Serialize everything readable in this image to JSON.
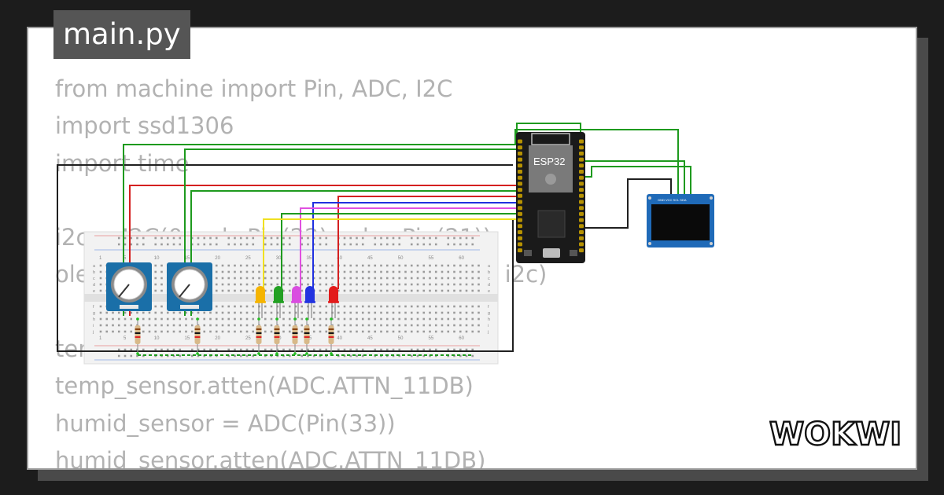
{
  "file_tab": {
    "label": "main.py"
  },
  "code_lines": [
    "from machine import Pin, ADC, I2C",
    "import ssd1306",
    "import time",
    "",
    "i2c = I2C(0, scl=Pin(22), sda=Pin(21))",
    "oled = ssd1306.SSD1306_I2C(128, 64, i2c)",
    "",
    "temp_sensor = ADC(Pin(32))",
    "temp_sensor.atten(ADC.ATTN_11DB)",
    "humid_sensor = ADC(Pin(33))",
    "humid_sensor.atten(ADC.ATTN_11DB)"
  ],
  "esp32": {
    "label": "ESP32"
  },
  "oled_display": {
    "pins_label": "GND VCC SCL SDA"
  },
  "breadboard": {
    "col_numbers": [
      "1",
      "5",
      "10",
      "15",
      "20",
      "25",
      "30",
      "35",
      "40",
      "45",
      "50",
      "55",
      "60"
    ],
    "row_letters_top": [
      "a",
      "b",
      "c",
      "d",
      "e"
    ],
    "row_letters_bottom": [
      "f",
      "g",
      "h",
      "i",
      "j"
    ]
  },
  "leds": [
    {
      "color": "#f5b400"
    },
    {
      "color": "#22a022"
    },
    {
      "color": "#d94ee0"
    },
    {
      "color": "#2233e0"
    },
    {
      "color": "#e21b1b"
    }
  ],
  "wire_colors": {
    "red": "#d42020",
    "green": "#1e9a1e",
    "yellow": "#f0e020",
    "magenta": "#e050e0",
    "blue": "#2030e0",
    "black": "#202020"
  },
  "brand": {
    "name": "WOKWI"
  }
}
